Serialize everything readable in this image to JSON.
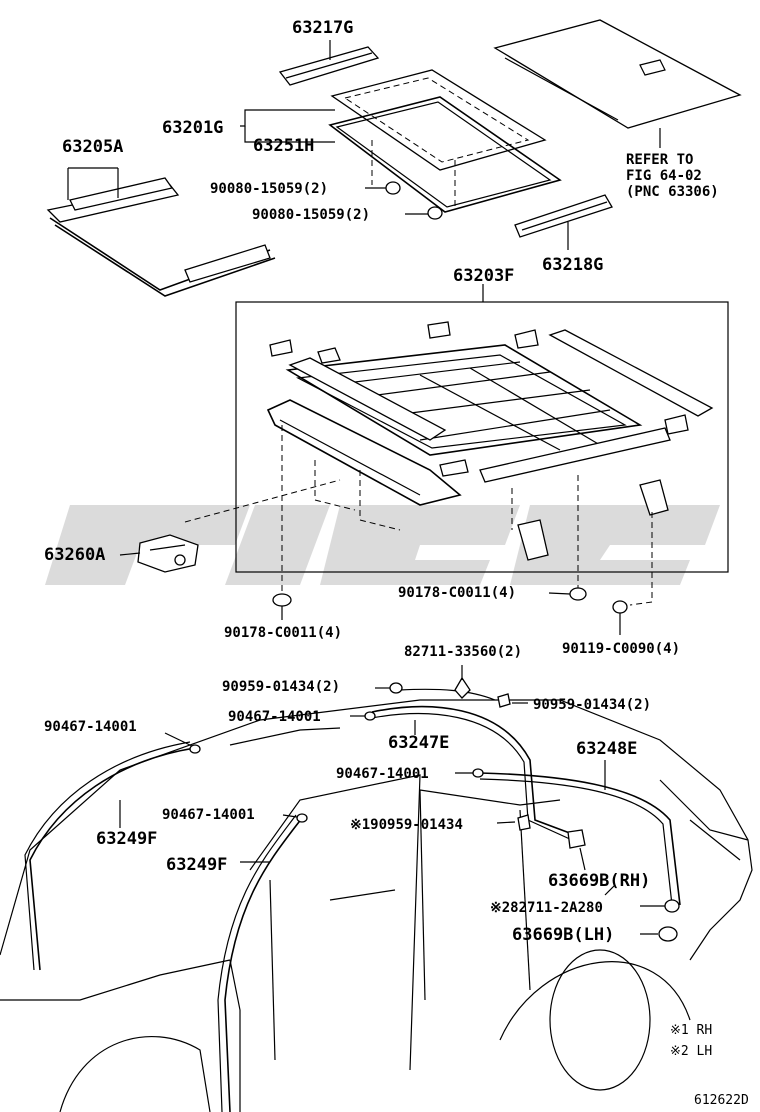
{
  "labels": {
    "p63217g": "63217G",
    "p63201g": "63201G",
    "p63251h": "63251H",
    "p63205a": "63205A",
    "bolt1": "90080-15059(2)",
    "bolt2": "90080-15059(2)",
    "p63218g": "63218G",
    "refer1": "REFER TO",
    "refer2": "FIG 64-02",
    "refer3": "(PNC 63306)",
    "p63203f": "63203F",
    "p63260a": "63260A",
    "c0011_right": "90178-C0011(4)",
    "c0011_left": "90178-C0011(4)",
    "c0090": "90119-C0090(4)",
    "p82711_33560": "82711-33560(2)",
    "p90959_left": "90959-01434(2)",
    "p90959_right": "90959-01434(2)",
    "p90467_a": "90467-14001",
    "p90467_b": "90467-14001",
    "p90467_c": "90467-14001",
    "p90467_d": "90467-14001",
    "p63247e": "63247E",
    "p63248e": "63248E",
    "p63249f_a": "63249F",
    "p63249f_b": "63249F",
    "p90959_note1": "※190959-01434",
    "p63669b_rh": "63669B(RH)",
    "p82711_2a280": "※282711-2A280",
    "p63669b_lh": "63669B(LH)",
    "note_rh": "※1 RH",
    "note_lh": "※2 LH",
    "fig_id": "612622D"
  }
}
